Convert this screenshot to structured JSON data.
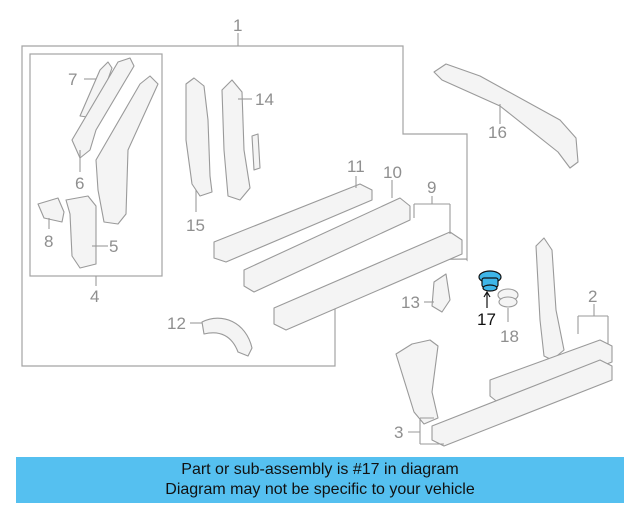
{
  "callouts": {
    "c1": "1",
    "c2": "2",
    "c3": "3",
    "c4": "4",
    "c5": "5",
    "c6": "6",
    "c7": "7",
    "c8": "8",
    "c9": "9",
    "c10": "10",
    "c11": "11",
    "c12": "12",
    "c13": "13",
    "c14": "14",
    "c15": "15",
    "c16": "16",
    "c17": "17",
    "c18": "18"
  },
  "highlighted_part": "17",
  "colors": {
    "highlight": "#3fb6e8",
    "banner": "#55c0f0",
    "line": "#9a9a9a"
  },
  "banner": {
    "line1": "Part or sub-assembly is #17 in diagram",
    "line2": "Diagram may not be specific to your vehicle"
  }
}
